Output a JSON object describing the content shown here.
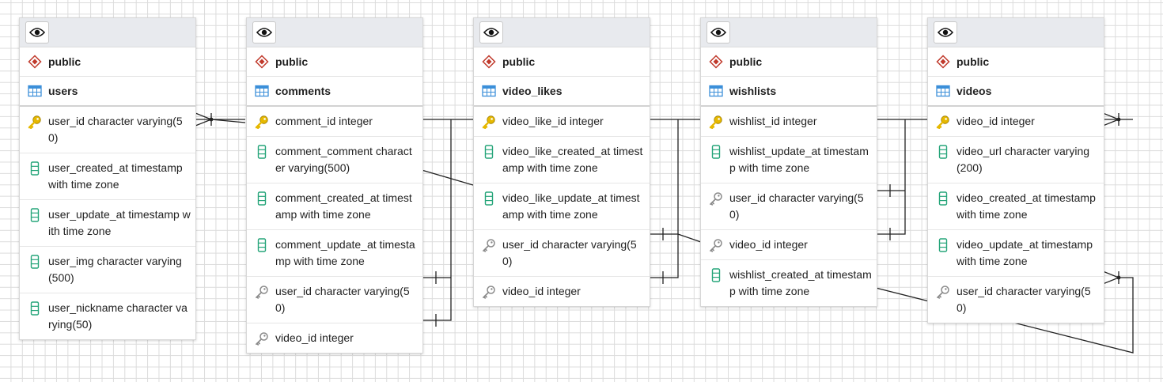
{
  "colors": {
    "schema_icon": "#c0392b",
    "table_icon": "#3b8fd9",
    "pk_icon": "#e6b800",
    "fk_icon": "#8a8a8a",
    "column_icon": "#26a57a",
    "line": "#222222"
  },
  "tables": [
    {
      "schema": "public",
      "name": "users",
      "columns": [
        {
          "text": "user_id character varying(50)",
          "icon": "pk-icon"
        },
        {
          "text": "user_created_at timestamp with time zone",
          "icon": "column-icon"
        },
        {
          "text": "user_update_at timestamp with time zone",
          "icon": "column-icon"
        },
        {
          "text": "user_img character varying(500)",
          "icon": "column-icon"
        },
        {
          "text": "user_nickname character varying(50)",
          "icon": "column-icon"
        }
      ]
    },
    {
      "schema": "public",
      "name": "comments",
      "columns": [
        {
          "text": "comment_id integer",
          "icon": "pk-icon"
        },
        {
          "text": "comment_comment character varying(500)",
          "icon": "column-icon"
        },
        {
          "text": "comment_created_at timestamp with time zone",
          "icon": "column-icon"
        },
        {
          "text": "comment_update_at timestamp with time zone",
          "icon": "column-icon"
        },
        {
          "text": "user_id character varying(50)",
          "icon": "fk-icon"
        },
        {
          "text": "video_id integer",
          "icon": "fk-icon"
        }
      ]
    },
    {
      "schema": "public",
      "name": "video_likes",
      "columns": [
        {
          "text": "video_like_id integer",
          "icon": "pk-icon"
        },
        {
          "text": "video_like_created_at timestamp with time zone",
          "icon": "column-icon"
        },
        {
          "text": "video_like_update_at timestamp with time zone",
          "icon": "column-icon"
        },
        {
          "text": "user_id character varying(50)",
          "icon": "fk-icon"
        },
        {
          "text": "video_id integer",
          "icon": "fk-icon"
        }
      ]
    },
    {
      "schema": "public",
      "name": "wishlists",
      "columns": [
        {
          "text": "wishlist_id integer",
          "icon": "pk-icon"
        },
        {
          "text": "wishlist_update_at timestamp with time zone",
          "icon": "column-icon"
        },
        {
          "text": "user_id character varying(50)",
          "icon": "fk-icon"
        },
        {
          "text": "video_id integer",
          "icon": "fk-icon"
        },
        {
          "text": "wishlist_created_at timestamp with time zone",
          "icon": "column-icon"
        }
      ]
    },
    {
      "schema": "public",
      "name": "videos",
      "columns": [
        {
          "text": "video_id integer",
          "icon": "pk-icon"
        },
        {
          "text": "video_url character varying(200)",
          "icon": "column-icon"
        },
        {
          "text": "video_created_at timestamp with time zone",
          "icon": "column-icon"
        },
        {
          "text": "video_update_at timestamp with time zone",
          "icon": "column-icon"
        },
        {
          "text": "user_id character varying(50)",
          "icon": "fk-icon"
        }
      ]
    }
  ]
}
